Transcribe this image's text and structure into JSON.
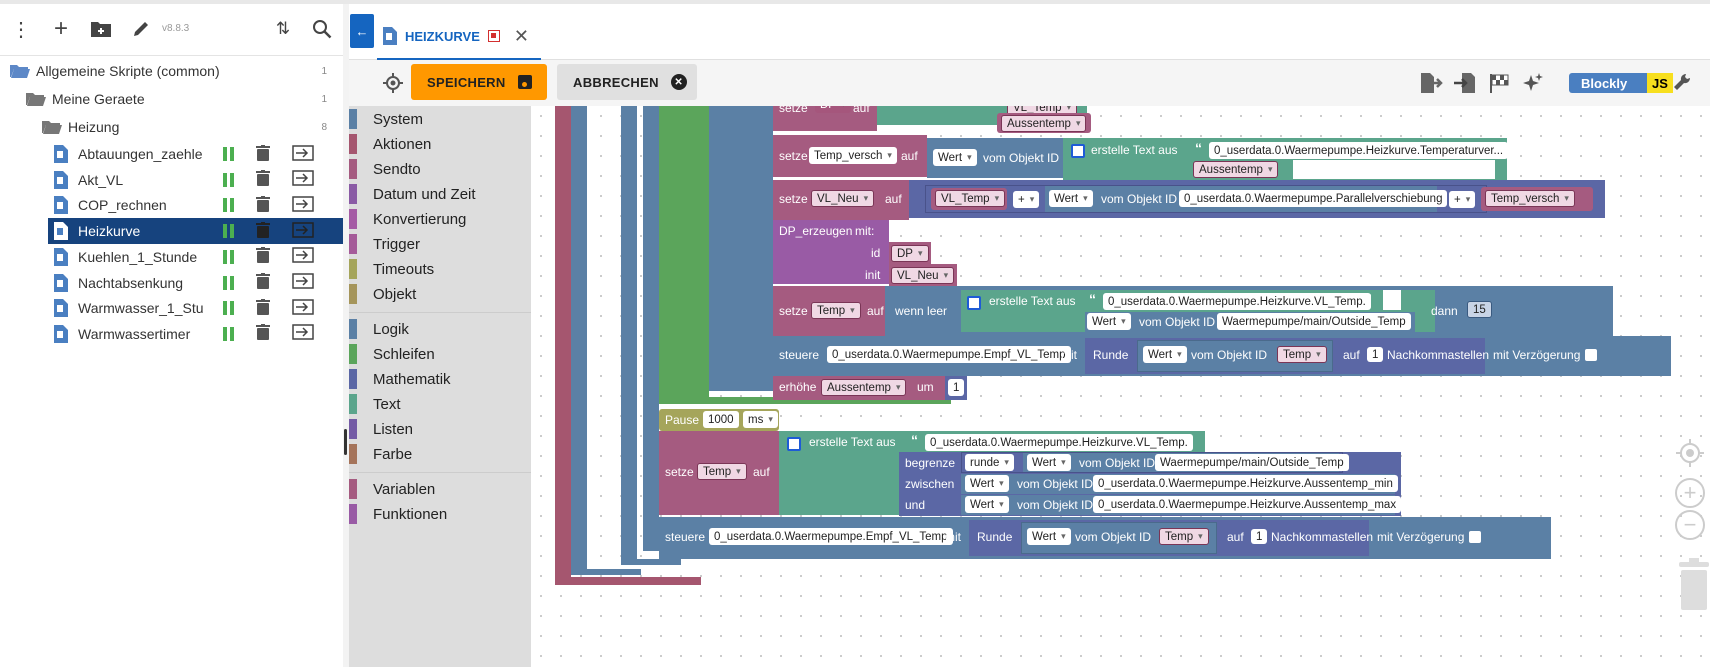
{
  "version": "v8.8.3",
  "tree": {
    "root": {
      "label": "Allgemeine Skripte (common)",
      "count": "1"
    },
    "folder1": {
      "label": "Meine Geraete",
      "count": "1"
    },
    "folder2": {
      "label": "Heizung",
      "count": "8"
    },
    "scripts": [
      "Abtauungen_zaehle",
      "Akt_VL",
      "COP_rechnen",
      "Heizkurve",
      "Kuehlen_1_Stunde",
      "Nachtabsenkung",
      "Warmwasser_1_Stu",
      "Warmwassertimer"
    ],
    "selected": "Heizkurve"
  },
  "tab": {
    "label": "HEIZKURVE"
  },
  "buttons": {
    "save": "SPEICHERN",
    "cancel": "ABBRECHEN"
  },
  "badge": {
    "blockly": "Blockly",
    "js": "JS"
  },
  "toolbox": {
    "group1": [
      {
        "label": "System",
        "color": "#5b80a5"
      },
      {
        "label": "Aktionen",
        "color": "#a5566f"
      },
      {
        "label": "Sendto",
        "color": "#a55b80"
      },
      {
        "label": "Datum und Zeit",
        "color": "#8a5ba5"
      },
      {
        "label": "Konvertierung",
        "color": "#a55ba5"
      },
      {
        "label": "Trigger",
        "color": "#a55b99"
      },
      {
        "label": "Timeouts",
        "color": "#a5a55b"
      },
      {
        "label": "Objekt",
        "color": "#a5955b"
      }
    ],
    "group2": [
      {
        "label": "Logik",
        "color": "#5b80a5"
      },
      {
        "label": "Schleifen",
        "color": "#5ba55b"
      },
      {
        "label": "Mathematik",
        "color": "#5b67a5"
      },
      {
        "label": "Text",
        "color": "#5ba58c"
      },
      {
        "label": "Listen",
        "color": "#745ba5"
      },
      {
        "label": "Farbe",
        "color": "#a5745b"
      }
    ],
    "group3": [
      {
        "label": "Variablen",
        "color": "#a55b80"
      },
      {
        "label": "Funktionen",
        "color": "#995ba5"
      }
    ]
  },
  "blocks": {
    "auf": "auf",
    "setze": "setze",
    "var_temp_versch": "Temp_versch",
    "var_vl_neu": "VL_Neu",
    "var_temp": "Temp",
    "var_aussentemp": "Aussentemp",
    "var_vl_temp": "VL_Temp",
    "var_dp": "DP",
    "wert": "Wert",
    "vom_objekt_id": "vom Objekt ID",
    "erstelle_text_aus": "erstelle Text aus",
    "oid_temperaturver": "0_userdata.0.Waermepumpe.Heizkurve.Temperaturver...",
    "oid_parallel": "0_userdata.0.Waermepumpe.Parallelverschiebung",
    "plus": "+",
    "dp_erzeugen": "DP_erzeugen",
    "mit_colon": "mit:",
    "id": "id",
    "init": "init",
    "wenn_leer": "wenn leer",
    "oid_vl_temp": "0_userdata.0.Waermepumpe.Heizkurve.VL_Temp.",
    "oid_outside": "Waermepumpe/main/Outside_Temp",
    "dann": "dann",
    "dann_val": "15",
    "steuere": "steuere",
    "oid_empf_vl": "0_userdata.0.Waermepumpe.Empf_VL_Temp",
    "mit": "mit",
    "runde": "Runde",
    "auf_label": "auf",
    "one": "1",
    "nachkomma": "Nachkommastellen",
    "mit_verz": "mit Verzögerung",
    "erhoehe": "erhöhe",
    "um": "um",
    "pause": "Pause",
    "pause_val": "1000",
    "ms": "ms",
    "begrenze": "begrenze",
    "runde_small": "runde",
    "zwischen": "zwischen",
    "und": "und",
    "oid_aussen_min": "0_userdata.0.Waermepumpe.Heizkurve.Aussentemp_min",
    "oid_aussen_max": "0_userdata.0.Waermepumpe.Heizkurve.Aussentemp_max",
    "top_auf": "auf",
    "top_setze": "setze",
    "top_dp": "DP",
    "top_vl": "VL_Temp"
  }
}
